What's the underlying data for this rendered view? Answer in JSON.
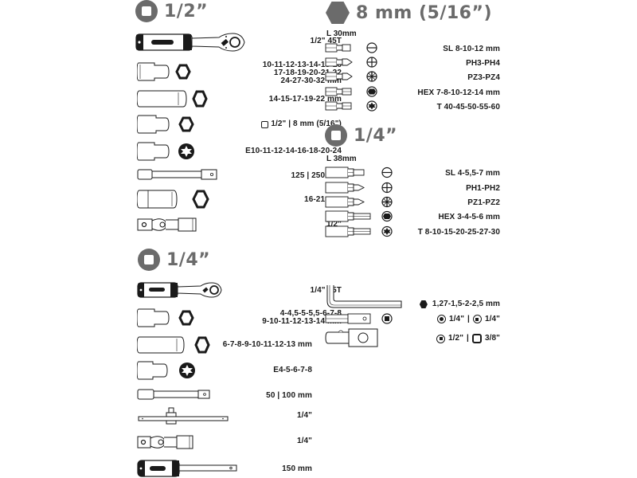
{
  "sections": {
    "half_inch": {
      "title": "1/2”",
      "items": [
        {
          "icon": "ratchet-icon",
          "label": "1/2\" 45T"
        },
        {
          "icon": "socket-hex-icon",
          "lines": [
            "10-11-12-13-14-15-16",
            "17-18-19-20-21-22",
            "24-27-30-32 mm"
          ]
        },
        {
          "icon": "deep-socket-icon",
          "label": "14-15-17-19-22 mm"
        },
        {
          "icon": "adapter-socket-icon",
          "label": "1/2\" | 8 mm (5/16\")"
        },
        {
          "icon": "torx-e-socket-icon",
          "label": "E10-11-12-14-16-18-20-24"
        },
        {
          "icon": "extension-bar-icon",
          "label": "125 | 250 mm"
        },
        {
          "icon": "spark-plug-socket-icon",
          "label": "16-21 mm"
        },
        {
          "icon": "universal-joint-icon",
          "label": "1/2\""
        }
      ]
    },
    "quarter_inch": {
      "title": "1/4”",
      "items": [
        {
          "icon": "ratchet-icon",
          "label": "1/4\" 45T"
        },
        {
          "icon": "socket-hex-icon",
          "lines": [
            "4-4,5-5-5,5-6-7-8",
            "9-10-11-12-13-14 mm"
          ]
        },
        {
          "icon": "deep-socket-icon",
          "label": "6-7-8-9-10-11-12-13 mm"
        },
        {
          "icon": "torx-e-socket-icon",
          "label": "E4-5-6-7-8"
        },
        {
          "icon": "extension-bar-icon",
          "label": "50 | 100 mm"
        },
        {
          "icon": "t-bar-icon",
          "label": "1/4\""
        },
        {
          "icon": "universal-joint-icon",
          "label": "1/4\""
        },
        {
          "icon": "screwdriver-handle-icon",
          "label": "150 mm"
        }
      ]
    },
    "bits_8mm": {
      "title": "8 mm (5/16”)",
      "length": "L 30mm",
      "items": [
        {
          "icon": "slotted-bit-icon",
          "label": "SL 8-10-12 mm"
        },
        {
          "icon": "phillips-bit-icon",
          "label": "PH3-PH4"
        },
        {
          "icon": "pozidriv-bit-icon",
          "label": "PZ3-PZ4"
        },
        {
          "icon": "hex-bit-icon",
          "label": "HEX 7-8-10-12-14 mm"
        },
        {
          "icon": "torx-bit-icon",
          "label": "T 40-45-50-55-60"
        }
      ]
    },
    "bits_quarter": {
      "title": "1/4”",
      "length": "L 38mm",
      "items": [
        {
          "icon": "slotted-bit-icon",
          "label": "SL 4-5,5-7 mm"
        },
        {
          "icon": "phillips-bit-icon",
          "label": "PH1-PH2"
        },
        {
          "icon": "pozidriv-bit-icon",
          "label": "PZ1-PZ2"
        },
        {
          "icon": "hex-bit-icon",
          "label": "HEX 3-4-5-6 mm"
        },
        {
          "icon": "torx-bit-icon",
          "label": "T 8-10-15-20-25-27-30"
        }
      ]
    },
    "accessories": {
      "items": [
        {
          "icon": "hex-key-icon",
          "label": "1,27-1,5-2-2,5 mm"
        },
        {
          "icon": "bit-adapter-icon",
          "label_a": "1/4\"",
          "sep": "|",
          "label_b": "1/4\""
        },
        {
          "icon": "drive-adapter-icon",
          "label_a": "1/2\"",
          "sep": "|",
          "label_b": "3/8\""
        }
      ]
    }
  }
}
